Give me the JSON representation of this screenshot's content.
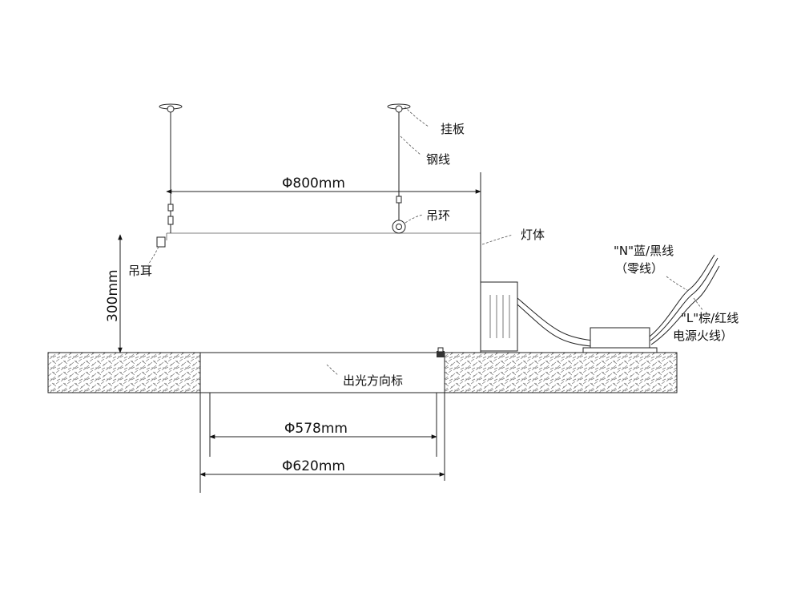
{
  "labels": {
    "hanging_plate": "挂板",
    "steel_wire": "钢线",
    "hanging_ring": "吊环",
    "hanging_ear": "吊耳",
    "lamp_body": "灯体",
    "light_direction_mark": "出光方向标",
    "neutral_wire_line1": "\"N\"蓝/黑线",
    "neutral_wire_line2": "（零线）",
    "live_wire_line1": "\"L\"棕/红线",
    "live_wire_line2": "电源火线）"
  },
  "dimensions": {
    "span": "Φ800mm",
    "height": "300mm",
    "inner_opening": "Φ578mm",
    "outer_opening": "Φ620mm"
  }
}
